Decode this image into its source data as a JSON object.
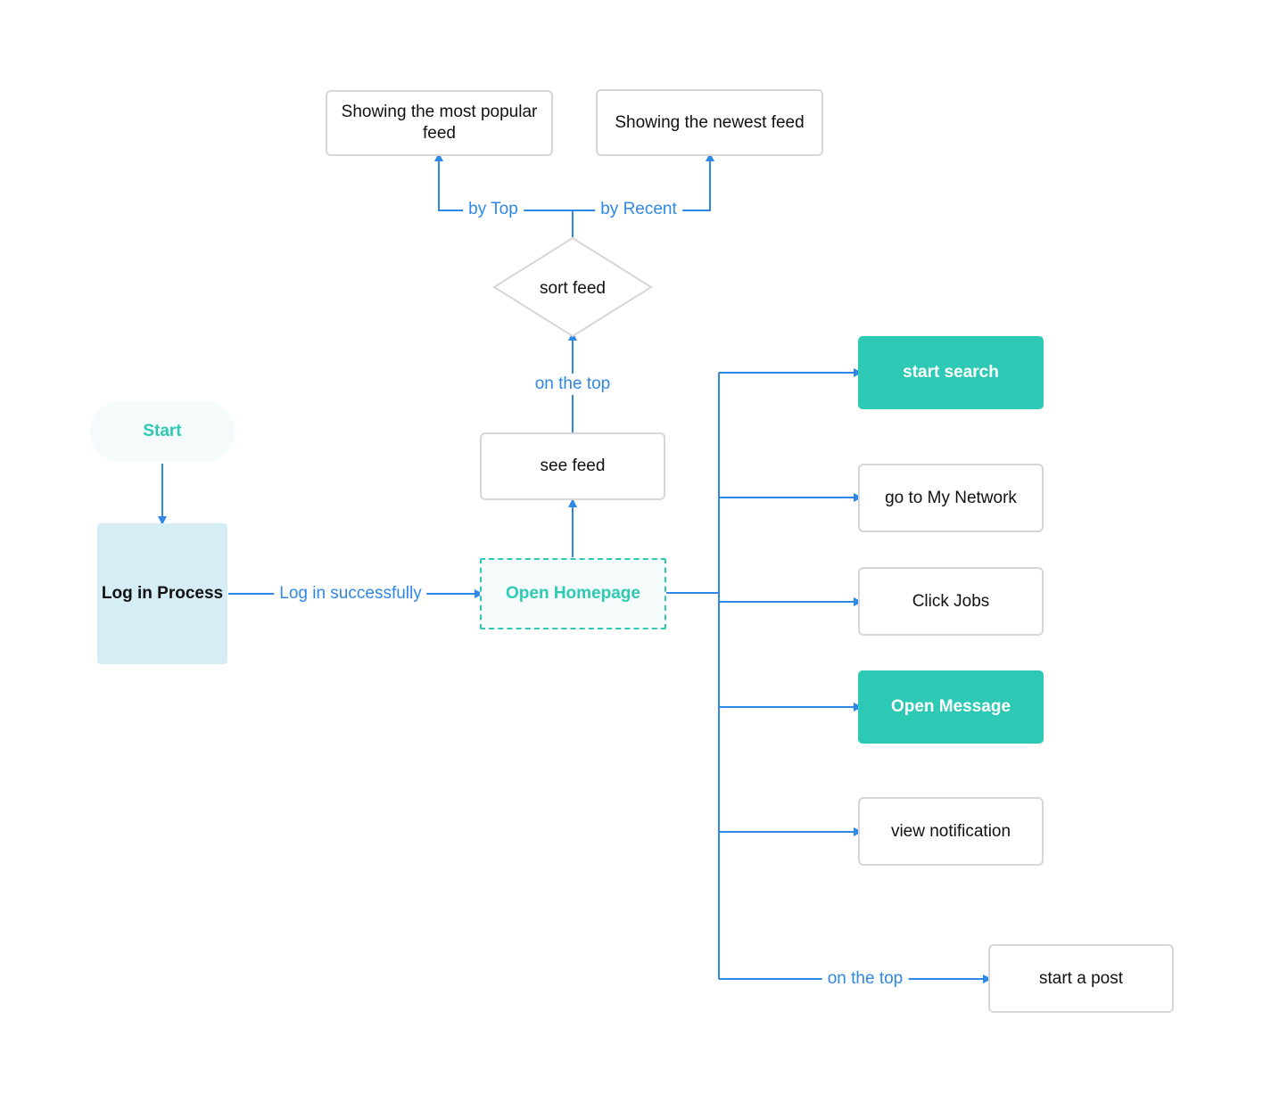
{
  "nodes": {
    "start": "Start",
    "login": "Log in Process",
    "homepage": "Open Homepage",
    "see_feed": "see feed",
    "sort_feed": "sort feed",
    "popular": "Showing the most popular feed",
    "newest": "Showing the newest feed",
    "search": "start search",
    "network": "go to My Network",
    "jobs": "Click Jobs",
    "message": "Open Message",
    "notification": "view notification",
    "post": "start a post"
  },
  "edges": {
    "login_success": "Log in successfully",
    "on_top_feed": "on the top",
    "by_top": "by Top",
    "by_recent": "by Recent",
    "on_top_post": "on the top"
  },
  "colors": {
    "teal": "#2ec9b4",
    "arrow_blue": "#2f88e8",
    "login_fill": "#d5edf5",
    "border_gray": "#d6d6d6"
  }
}
